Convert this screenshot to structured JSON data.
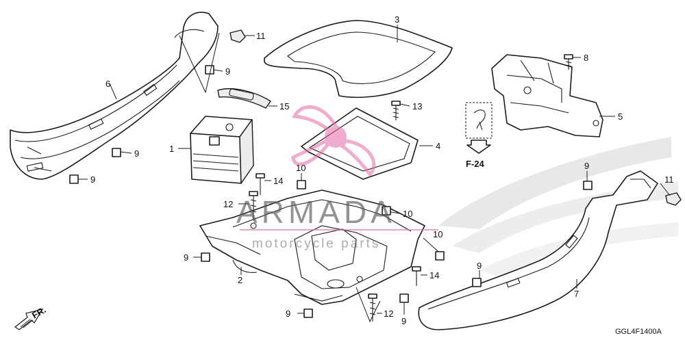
{
  "diagram": {
    "callouts": [
      {
        "id": "c11a",
        "label": "11"
      },
      {
        "id": "c3",
        "label": "3"
      },
      {
        "id": "c8",
        "label": "8"
      },
      {
        "id": "c9a",
        "label": "9"
      },
      {
        "id": "c6",
        "label": "6"
      },
      {
        "id": "c15",
        "label": "15"
      },
      {
        "id": "c13",
        "label": "13"
      },
      {
        "id": "c5",
        "label": "5"
      },
      {
        "id": "c1",
        "label": "1"
      },
      {
        "id": "c9b",
        "label": "9"
      },
      {
        "id": "c4",
        "label": "4"
      },
      {
        "id": "c9c",
        "label": "9"
      },
      {
        "id": "c10a",
        "label": "10"
      },
      {
        "id": "c14a",
        "label": "14"
      },
      {
        "id": "c9d",
        "label": "9"
      },
      {
        "id": "c11b",
        "label": "11"
      },
      {
        "id": "c12a",
        "label": "12"
      },
      {
        "id": "c10b",
        "label": "10"
      },
      {
        "id": "c10c",
        "label": "10"
      },
      {
        "id": "c9e",
        "label": "9"
      },
      {
        "id": "c2",
        "label": "2"
      },
      {
        "id": "c9f",
        "label": "9"
      },
      {
        "id": "c14b",
        "label": "14"
      },
      {
        "id": "c7",
        "label": "7"
      },
      {
        "id": "c9g",
        "label": "9"
      },
      {
        "id": "c12b",
        "label": "12"
      },
      {
        "id": "c9h",
        "label": "9"
      }
    ],
    "reference": "F-24",
    "front_label": "FR.",
    "diagram_code": "GGL4F1400A"
  },
  "watermark": {
    "brand": "ARMADA",
    "tagline": "motorcycle parts"
  }
}
